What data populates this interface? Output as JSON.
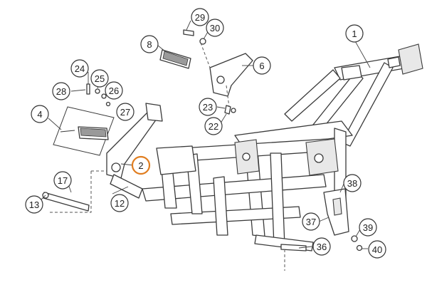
{
  "diagram": {
    "highlight_color": "#e07d1f",
    "highlighted_callout": "2",
    "callouts": [
      {
        "label": "1"
      },
      {
        "label": "2"
      },
      {
        "label": "4"
      },
      {
        "label": "6"
      },
      {
        "label": "8"
      },
      {
        "label": "12"
      },
      {
        "label": "13"
      },
      {
        "label": "17"
      },
      {
        "label": "22"
      },
      {
        "label": "23"
      },
      {
        "label": "24"
      },
      {
        "label": "25"
      },
      {
        "label": "26"
      },
      {
        "label": "27"
      },
      {
        "label": "28"
      },
      {
        "label": "29"
      },
      {
        "label": "30"
      },
      {
        "label": "36"
      },
      {
        "label": "37"
      },
      {
        "label": "38"
      },
      {
        "label": "39"
      },
      {
        "label": "40"
      }
    ]
  }
}
